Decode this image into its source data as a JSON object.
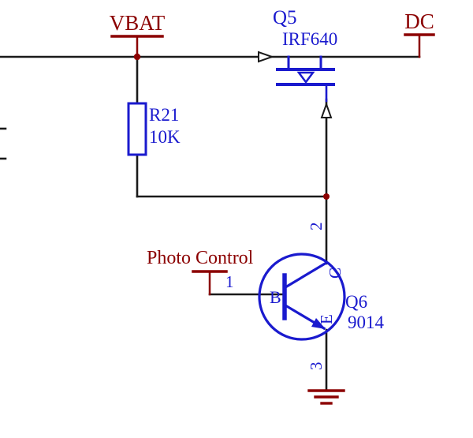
{
  "colors": {
    "background": "#ffffff",
    "wire": "#1a1a1a",
    "component": "#1a1ace",
    "net": "#8b0000"
  },
  "nets": {
    "vbat": {
      "label": "VBAT"
    },
    "dc": {
      "label": "DC"
    },
    "photo_control": {
      "label": "Photo Control"
    }
  },
  "components": {
    "q5": {
      "designator": "Q5",
      "part": "IRF640"
    },
    "r21": {
      "designator": "R21",
      "value": "10K"
    },
    "q6": {
      "designator": "Q6",
      "part": "9014",
      "pins": {
        "base": {
          "number": "1",
          "name": "B"
        },
        "collector": {
          "number": "2",
          "name": "C"
        },
        "emitter": {
          "number": "3",
          "name": "E"
        }
      }
    }
  }
}
